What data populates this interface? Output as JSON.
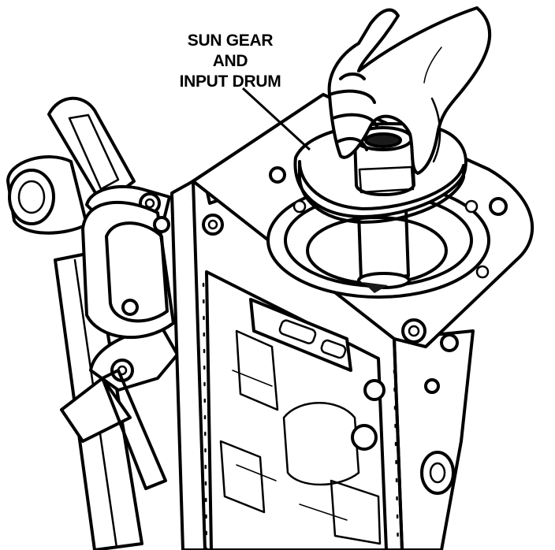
{
  "callout": {
    "line1": "SUN GEAR",
    "line2": "AND",
    "line3": "INPUT DRUM"
  },
  "colors": {
    "ink": "#000000",
    "shade": "#9a9a9a",
    "paper": "#ffffff"
  }
}
